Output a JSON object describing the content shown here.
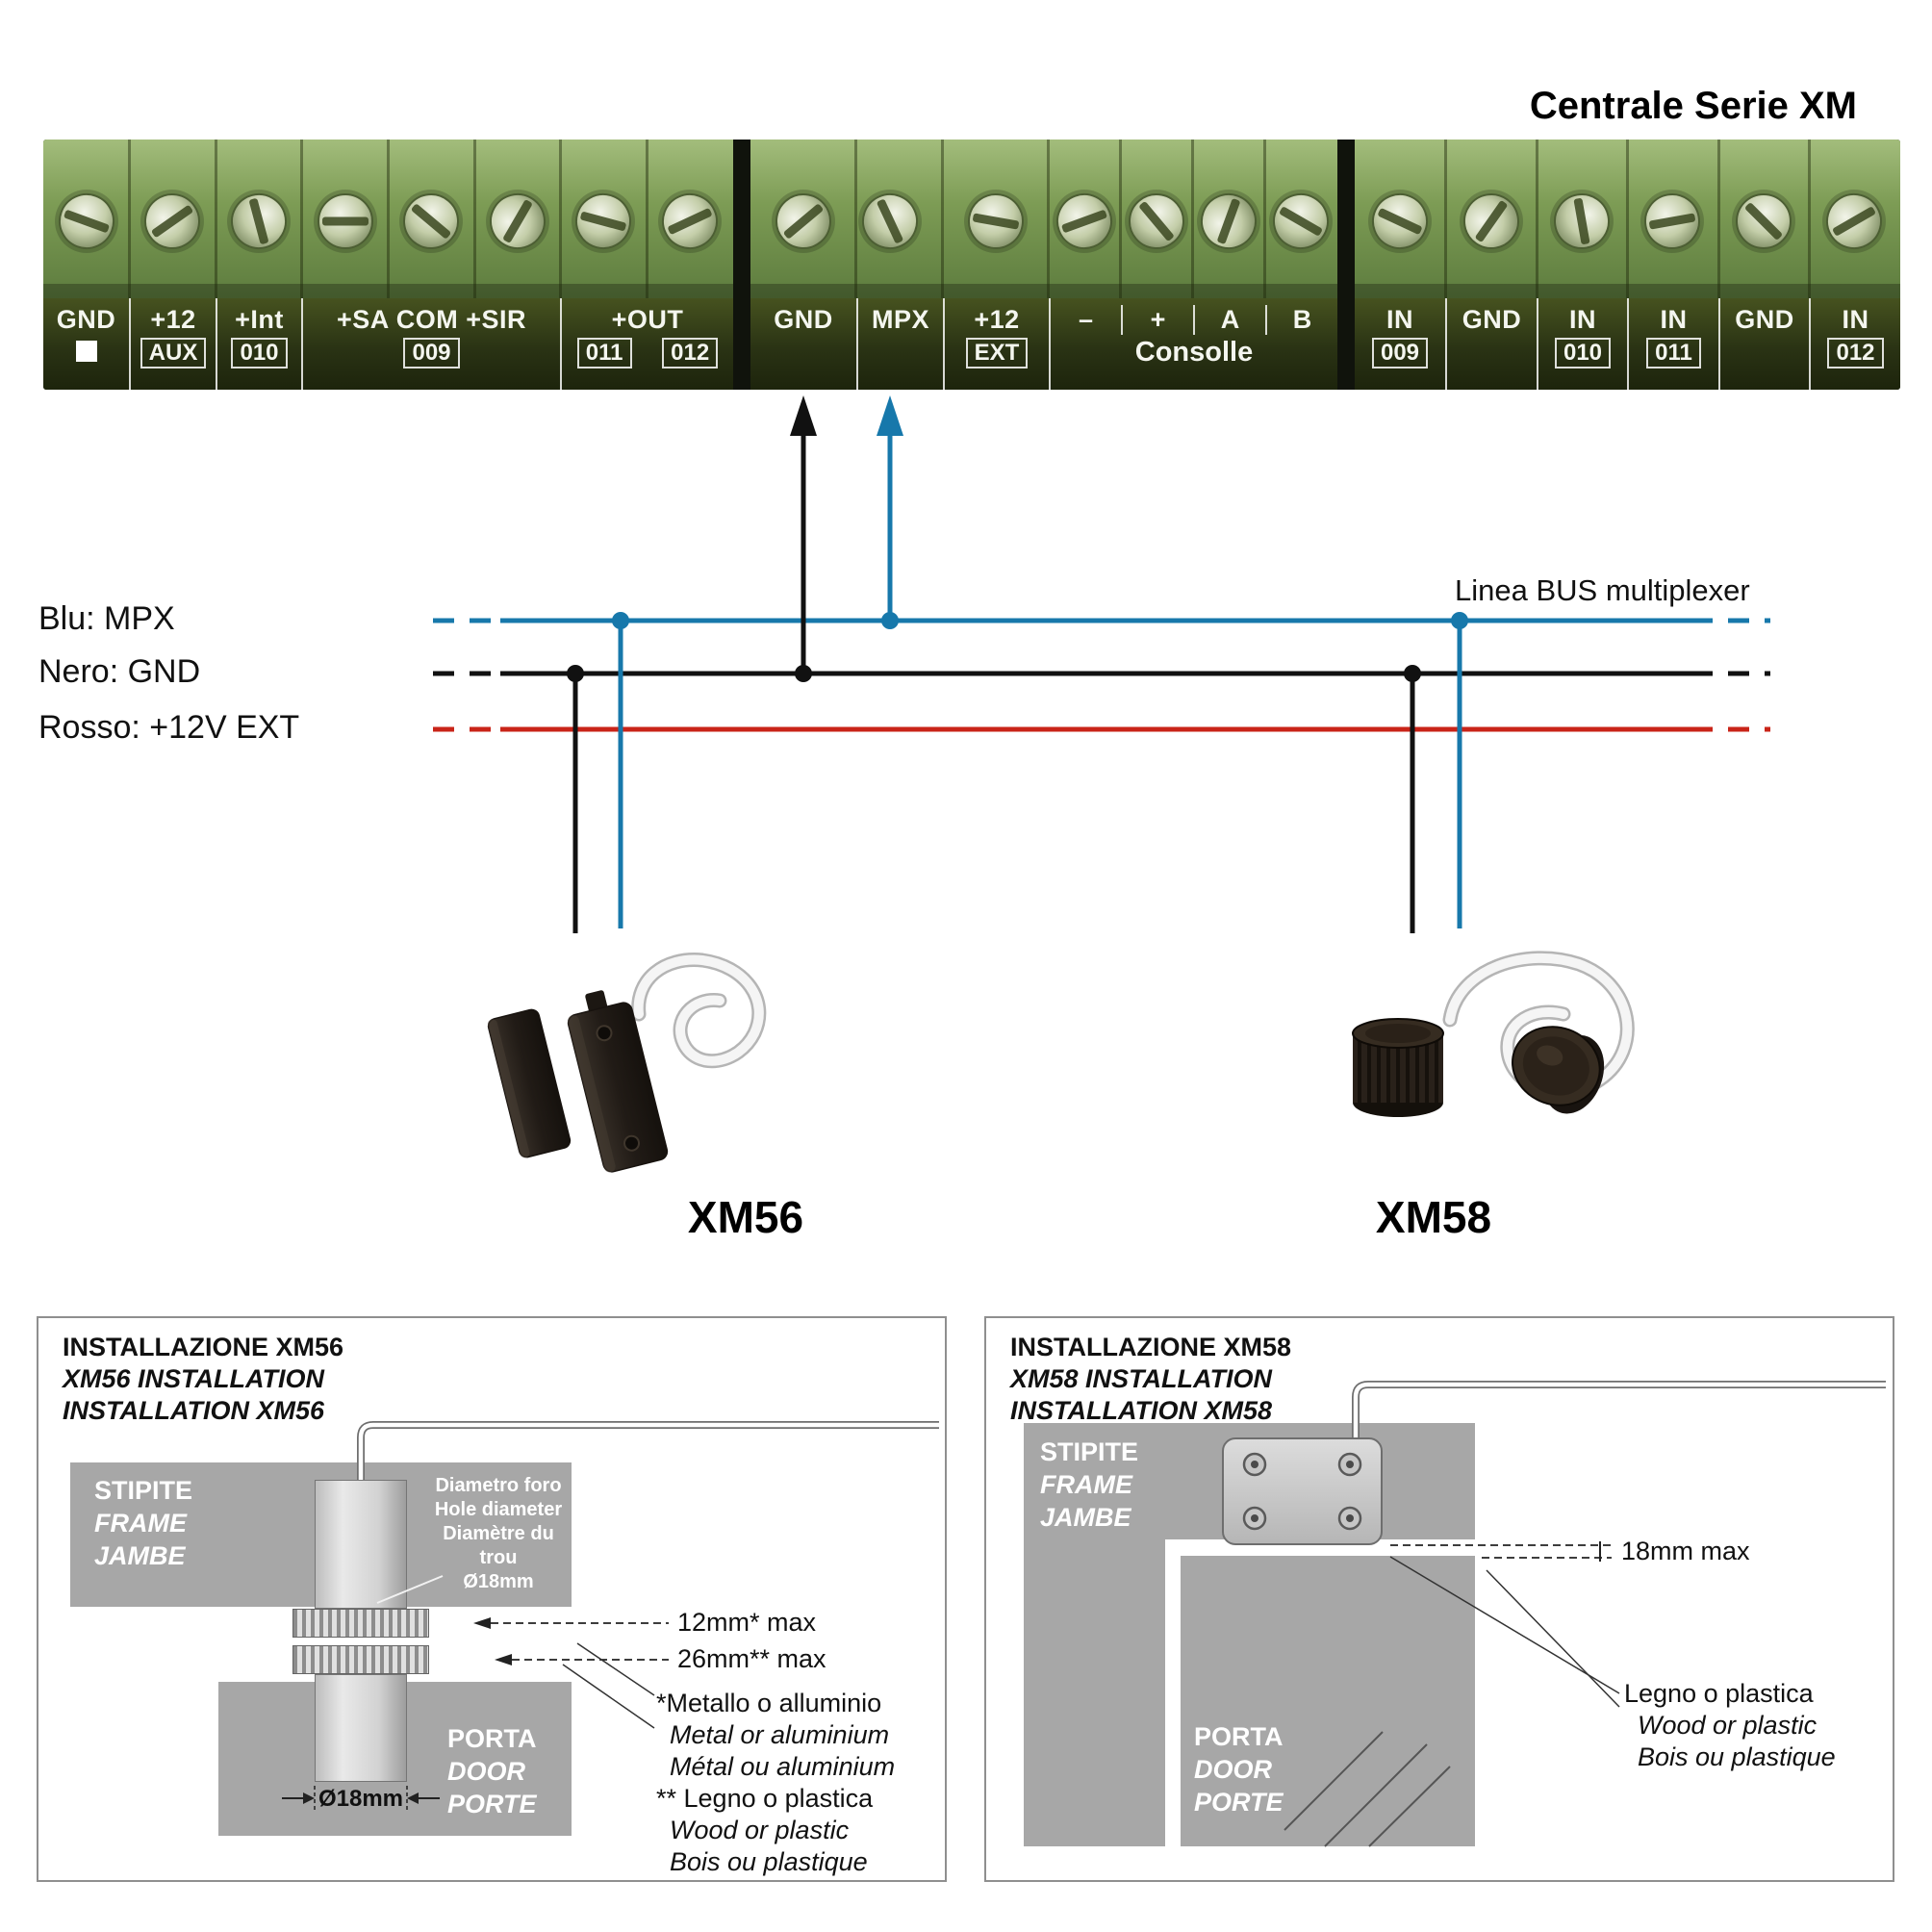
{
  "header": {
    "title": "Centrale Serie XM"
  },
  "terminal": {
    "group1": {
      "c1_top": "GND",
      "c2_top": "+12",
      "c2_bot": "AUX",
      "c3_top": "+Int",
      "c3_bot": "010",
      "c4_top": "+SA COM +SIR",
      "c4_bot": "009",
      "c5_top": "+OUT",
      "c5_b1": "011",
      "c5_b2": "012"
    },
    "group2": {
      "c1_top": "GND",
      "c2_top": "MPX",
      "c3_top": "+12",
      "c3_bot": "EXT",
      "c4a": "–",
      "c4b": "+",
      "c4c": "A",
      "c4d": "B",
      "c4_bot": "Consolle"
    },
    "group3": {
      "c1_top": "IN",
      "c1_bot": "009",
      "c2_top": "GND",
      "c3_top": "IN",
      "c3_bot": "010",
      "c4_top": "IN",
      "c4_bot": "011",
      "c5_top": "GND",
      "c6_top": "IN",
      "c6_bot": "012"
    }
  },
  "bus": {
    "blue_label": "Blu: MPX",
    "black_label": "Nero: GND",
    "red_label": "Rosso: +12V EXT",
    "line_label": "Linea BUS multiplexer",
    "blue": "#1778ab",
    "black": "#111111",
    "red": "#c92418"
  },
  "products": {
    "xm56": "XM56",
    "xm58": "XM58"
  },
  "xm56_install": {
    "title_it": "INSTALLAZIONE XM56",
    "title_en": "XM56 INSTALLATION",
    "title_fr": "INSTALLATION XM56",
    "frame_it": "STIPITE",
    "frame_en": "FRAME",
    "frame_fr": "JAMBE",
    "door_it": "PORTA",
    "door_en": "DOOR",
    "door_fr": "PORTE",
    "hole_it": "Diametro foro",
    "hole_en": "Hole diameter",
    "hole_fr": "Diamètre du trou",
    "hole_d": "Ø18mm",
    "dim_metal": "12mm* max",
    "dim_wood": "26mm** max",
    "diameter": "Ø18mm",
    "note_metal_it": "*Metallo o alluminio",
    "note_metal_en": "Metal or aluminium",
    "note_metal_fr": "Métal ou aluminium",
    "note_wood_it": "** Legno o plastica",
    "note_wood_en": "Wood or plastic",
    "note_wood_fr": "Bois ou plastique"
  },
  "xm58_install": {
    "title_it": "INSTALLAZIONE XM58",
    "title_en": "XM58 INSTALLATION",
    "title_fr": "INSTALLATION XM58",
    "frame_it": "STIPITE",
    "frame_en": "FRAME",
    "frame_fr": "JAMBE",
    "door_it": "PORTA",
    "door_en": "DOOR",
    "door_fr": "PORTE",
    "gap": "18mm max",
    "note_it": "Legno o plastica",
    "note_en": "Wood or plastic",
    "note_fr": "Bois ou plastique"
  }
}
